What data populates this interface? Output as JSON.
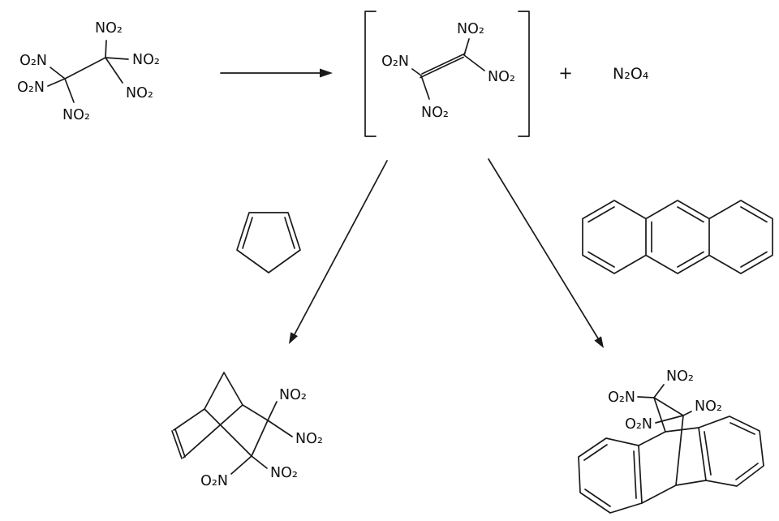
{
  "labels": {
    "no2": "NO₂",
    "o2n": "O₂N"
  },
  "reaction": {
    "plus": "+",
    "byproduct_formula": "N₂O₄"
  },
  "formulas": {
    "hexanitroethane": {
      "no2_top": "NO₂",
      "o2n_upper_left": "O₂N",
      "no2_right": "NO₂",
      "o2n_lower_left": "O₂N",
      "no2_mid_right": "NO₂",
      "no2_bottom": "NO₂"
    },
    "tetranitroethylene": {
      "no2_top": "NO₂",
      "o2n_left": "O₂N",
      "no2_right": "NO₂",
      "no2_bottom": "NO₂"
    },
    "norbornene_adduct": {
      "no2_upper": "NO₂",
      "no2_right": "NO₂",
      "no2_lower": "NO₂",
      "o2n_bottom_left": "O₂N"
    },
    "anthracene_adduct": {
      "no2_top": "NO₂",
      "o2n_upper_left": "O₂N",
      "no2_right": "NO₂",
      "o2n_mid_left": "O₂N"
    }
  }
}
